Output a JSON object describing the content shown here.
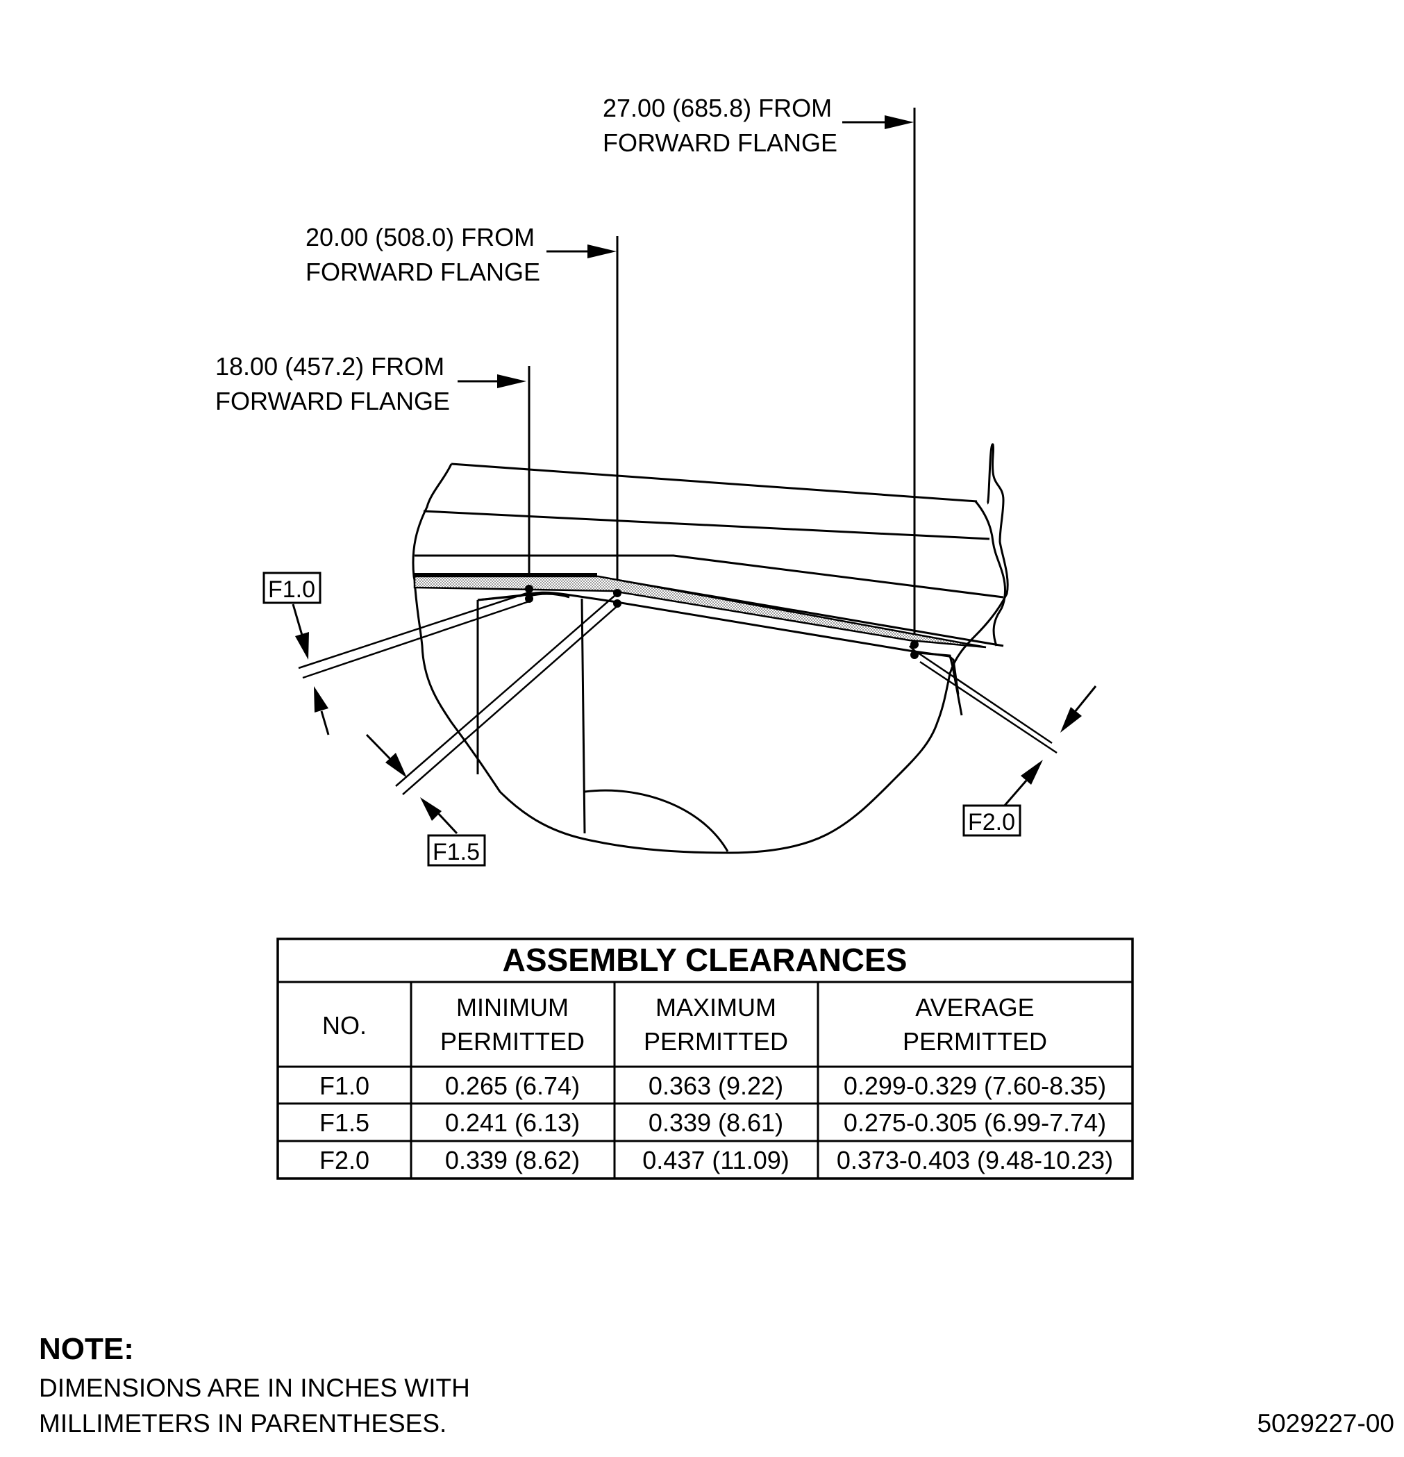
{
  "callouts": [
    {
      "line1": "27.00 (685.8) FROM",
      "line2": "FORWARD FLANGE"
    },
    {
      "line1": "20.00 (508.0) FROM",
      "line2": "FORWARD FLANGE"
    },
    {
      "line1": "18.00 (457.2) FROM",
      "line2": "FORWARD FLANGE"
    }
  ],
  "labels": {
    "f10": "F1.0",
    "f15": "F1.5",
    "f20": "F2.0"
  },
  "table": {
    "title": "ASSEMBLY CLEARANCES",
    "headers": [
      {
        "line1": "NO.",
        "line2": ""
      },
      {
        "line1": "MINIMUM",
        "line2": "PERMITTED"
      },
      {
        "line1": "MAXIMUM",
        "line2": "PERMITTED"
      },
      {
        "line1": "AVERAGE",
        "line2": "PERMITTED"
      }
    ],
    "rows": [
      [
        "F1.0",
        "0.265 (6.74)",
        "0.363 (9.22)",
        "0.299-0.329 (7.60-8.35)"
      ],
      [
        "F1.5",
        "0.241 (6.13)",
        "0.339 (8.61)",
        "0.275-0.305 (6.99-7.74)"
      ],
      [
        "F2.0",
        "0.339 (8.62)",
        "0.437 (11.09)",
        "0.373-0.403 (9.48-10.23)"
      ]
    ]
  },
  "note": {
    "title": "NOTE:",
    "line1": "DIMENSIONS ARE IN INCHES WITH",
    "line2": "MILLIMETERS IN PARENTHESES."
  },
  "figure_id": "5029227-00"
}
